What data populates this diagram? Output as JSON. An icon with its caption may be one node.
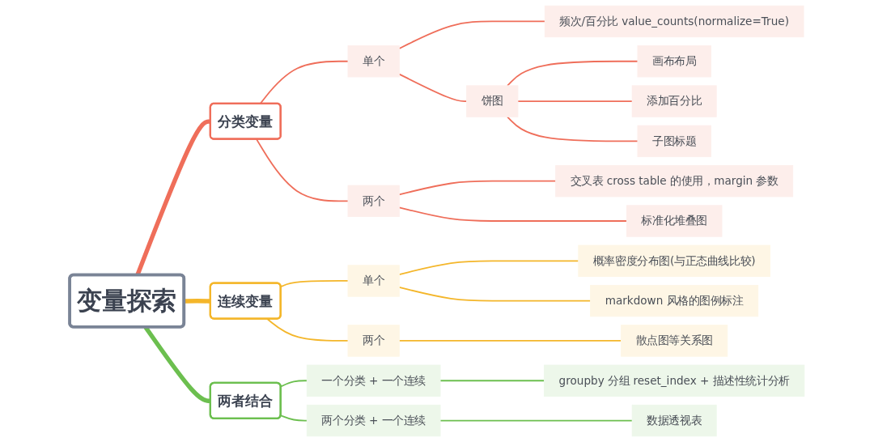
{
  "diagram": {
    "nodes": [
      {
        "text": [
          "变量探索"
        ]
      },
      {
        "text": [
          "分类变量"
        ]
      },
      {
        "text": [
          "单个"
        ]
      },
      {
        "text": [
          "频次/百分比 value_counts(normalize=True)"
        ]
      },
      {
        "text": [
          "饼图"
        ]
      },
      {
        "text": [
          "画布布局"
        ]
      },
      {
        "text": [
          "添加百分比"
        ]
      },
      {
        "text": [
          "子图标题"
        ]
      },
      {
        "text": [
          "两个"
        ]
      },
      {
        "text": [
          "交叉表 cross table 的使用，margin 参数"
        ]
      },
      {
        "text": [
          "标准化堆叠图"
        ]
      },
      {
        "text": [
          "连续变量"
        ]
      },
      {
        "text": [
          "单个"
        ]
      },
      {
        "text": [
          "概率密度分布图(与正态曲线比较)"
        ]
      },
      {
        "text": [
          "markdown 风格的图例标注"
        ]
      },
      {
        "text": [
          "两个"
        ]
      },
      {
        "text": [
          "散点图等关系图"
        ]
      },
      {
        "text": [
          "两者结合"
        ]
      },
      {
        "text": [
          "一个分类 + 一个连续"
        ]
      },
      {
        "text": [
          "groupby 分组 reset_index + 描述性统计分析"
        ]
      },
      {
        "text": [
          "两个分类 + 一个连续"
        ]
      },
      {
        "text": [
          "数据透视表"
        ]
      }
    ],
    "edges": [
      {
        "from": 0,
        "to": 1,
        "arrow": "none",
        "style": "thick"
      },
      {
        "from": 1,
        "to": 2,
        "arrow": "none"
      },
      {
        "from": 2,
        "to": 3,
        "arrow": "none"
      },
      {
        "from": 2,
        "to": 4,
        "arrow": "none"
      },
      {
        "from": 4,
        "to": 5,
        "arrow": "none"
      },
      {
        "from": 4,
        "to": 6,
        "arrow": "none"
      },
      {
        "from": 4,
        "to": 7,
        "arrow": "none"
      },
      {
        "from": 1,
        "to": 8,
        "arrow": "none"
      },
      {
        "from": 8,
        "to": 9,
        "arrow": "none"
      },
      {
        "from": 8,
        "to": 10,
        "arrow": "none"
      },
      {
        "from": 0,
        "to": 11,
        "arrow": "none",
        "style": "thick",
        "color": "#f4b62a"
      },
      {
        "from": 11,
        "to": 12,
        "arrow": "none",
        "color": "#f4b62a"
      },
      {
        "from": 12,
        "to": 13,
        "arrow": "none",
        "color": "#f4b62a"
      },
      {
        "from": 12,
        "to": 14,
        "arrow": "none",
        "color": "#f4b62a"
      },
      {
        "from": 11,
        "to": 15,
        "arrow": "none",
        "color": "#f4b62a"
      },
      {
        "from": 15,
        "to": 16,
        "arrow": "none",
        "color": "#f4b62a"
      },
      {
        "from": 0,
        "to": 17,
        "arrow": "none",
        "style": "thick",
        "color": "#6cbf4f"
      },
      {
        "from": 17,
        "to": 18,
        "arrow": "none",
        "color": "#6cbf4f"
      },
      {
        "from": 18,
        "to": 19,
        "arrow": "none",
        "color": "#6cbf4f"
      },
      {
        "from": 17,
        "to": 20,
        "arrow": "none",
        "color": "#6cbf4f"
      },
      {
        "from": 20,
        "to": 21,
        "arrow": "none",
        "color": "#6cbf4f"
      }
    ]
  }
}
